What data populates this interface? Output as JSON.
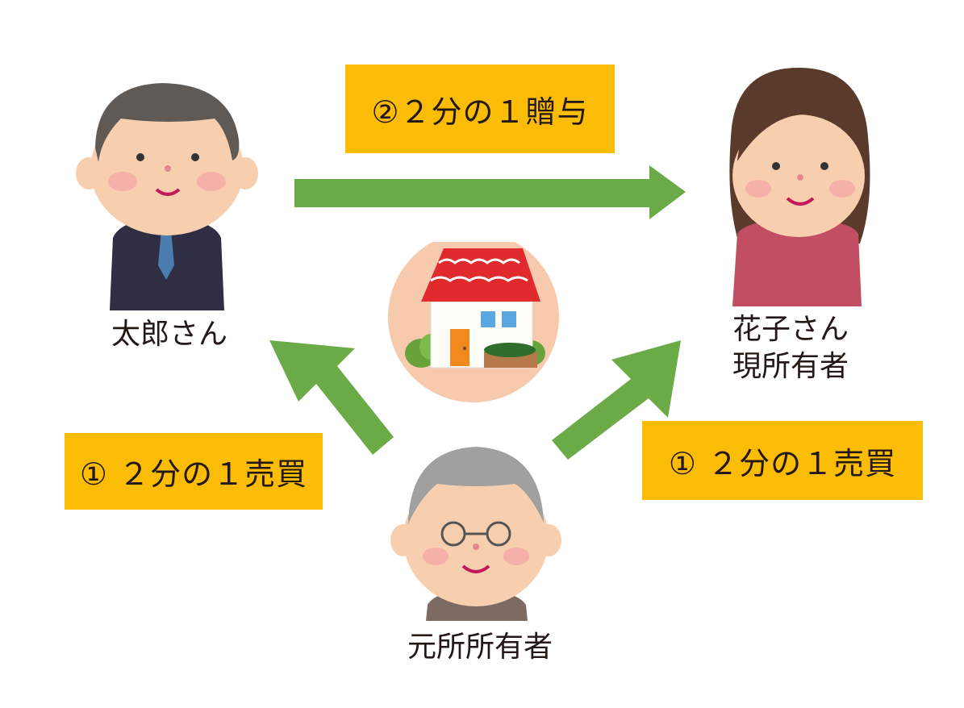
{
  "labels": {
    "gift": "②２分の１贈与",
    "sale_left": "① ２分の１売買",
    "sale_right": "① ２分の１売買",
    "taro": "太郎さん",
    "hanako_name": "花子さん",
    "hanako_role": "現所有者",
    "former_owner": "元所所有者"
  },
  "colors": {
    "label_box": "#fbbc05",
    "arrow": "#6aab47",
    "house_circle": "#f7c9ad"
  }
}
